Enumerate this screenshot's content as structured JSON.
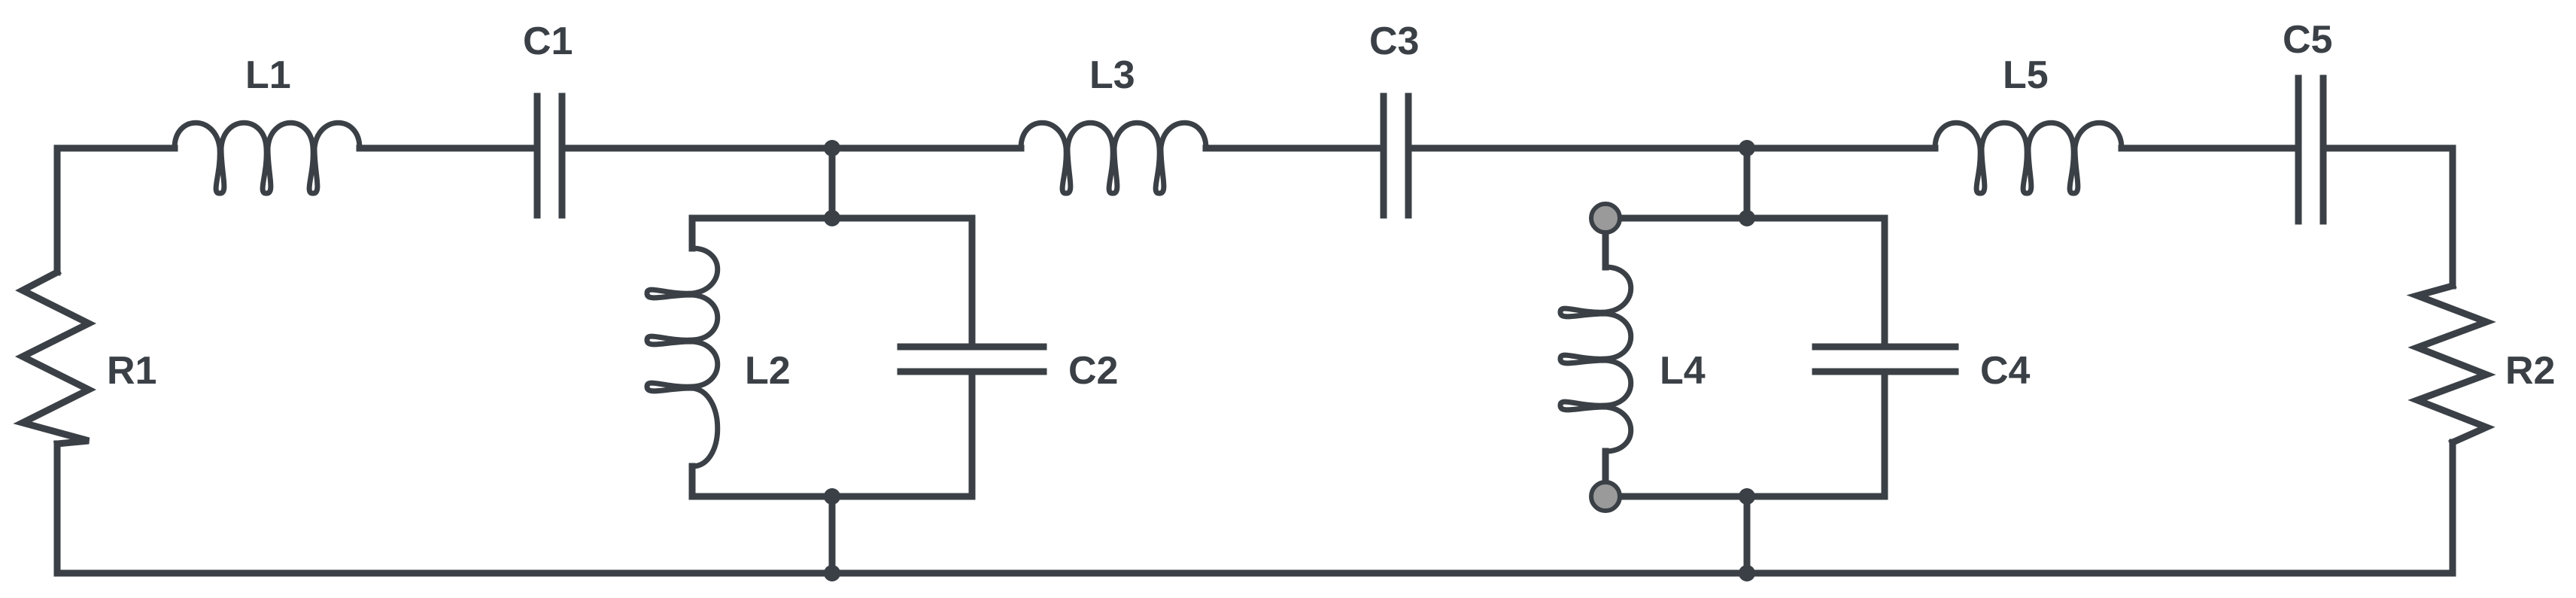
{
  "diagram": {
    "type": "circuit-schematic",
    "description": "Band-pass ladder filter: series LC branches with parallel LC tanks between source and load resistors",
    "colors": {
      "wire": "#3a4046",
      "terminal_fill": "#9a9a9a",
      "background": "#ffffff"
    },
    "components": [
      {
        "id": "R1",
        "label": "R1",
        "type": "resistor",
        "position": "left vertical branch"
      },
      {
        "id": "L1",
        "label": "L1",
        "type": "inductor",
        "position": "top series"
      },
      {
        "id": "C1",
        "label": "C1",
        "type": "capacitor",
        "position": "top series"
      },
      {
        "id": "L2",
        "label": "L2",
        "type": "inductor",
        "position": "shunt tank 1"
      },
      {
        "id": "C2",
        "label": "C2",
        "type": "capacitor",
        "position": "shunt tank 1"
      },
      {
        "id": "L3",
        "label": "L3",
        "type": "inductor",
        "position": "top series"
      },
      {
        "id": "C3",
        "label": "C3",
        "type": "capacitor",
        "position": "top series"
      },
      {
        "id": "L4",
        "label": "L4",
        "type": "inductor",
        "position": "shunt tank 2"
      },
      {
        "id": "C4",
        "label": "C4",
        "type": "capacitor",
        "position": "shunt tank 2"
      },
      {
        "id": "L5",
        "label": "L5",
        "type": "inductor",
        "position": "top series"
      },
      {
        "id": "C5",
        "label": "C5",
        "type": "capacitor",
        "position": "top series"
      },
      {
        "id": "R2",
        "label": "R2",
        "type": "resistor",
        "position": "right vertical branch"
      }
    ],
    "nodes": [
      {
        "name": "junction-top-1",
        "kind": "solder-dot"
      },
      {
        "name": "junction-top-2",
        "kind": "solder-dot"
      },
      {
        "name": "open-terminal-top-L4",
        "kind": "open-terminal"
      },
      {
        "name": "open-terminal-bottom-L4",
        "kind": "open-terminal"
      }
    ]
  }
}
